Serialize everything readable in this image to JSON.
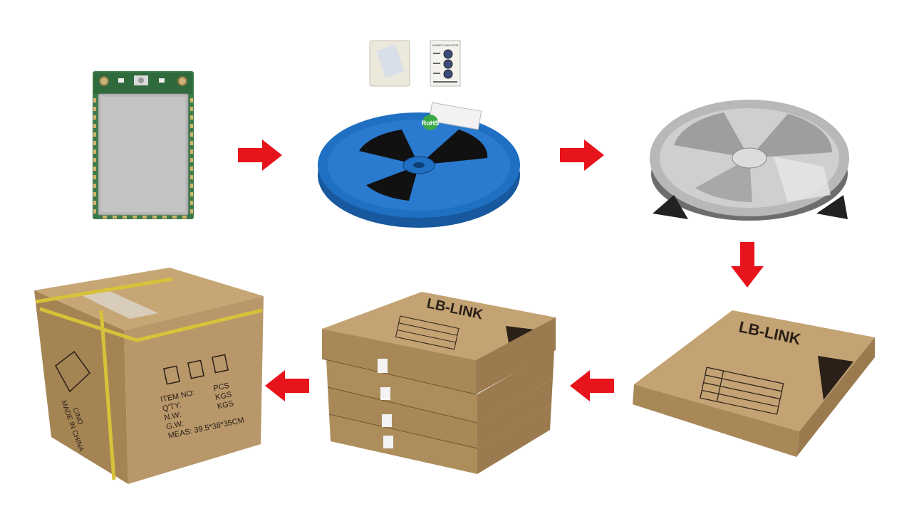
{
  "steps": [
    {
      "id": "module",
      "name": "wifi-module"
    },
    {
      "id": "reel",
      "name": "tape-reel",
      "reel_label": "RoHS",
      "indicator_title": "HUMIDITY INDICATOR"
    },
    {
      "id": "bag",
      "name": "moisture-barrier-bag"
    },
    {
      "id": "box",
      "name": "inner-box",
      "brand": "LB-LINK"
    },
    {
      "id": "stack",
      "name": "stacked-inner-boxes",
      "brand": "LB-LINK"
    },
    {
      "id": "carton",
      "name": "outer-carton",
      "lines": [
        "ITEM NO:",
        "Q'TY:",
        "N.W:",
        "G.W:",
        "MEAS: 39.5*38*35CM"
      ],
      "units": [
        "PCS",
        "KGS",
        "KGS"
      ],
      "side_text": [
        "CINO",
        "MADE IN CHINA"
      ]
    }
  ],
  "colors": {
    "arrow": "#e8141b",
    "reel": "#1f6fc2",
    "cardboard": "#b8976a",
    "ink": "#2a2018"
  },
  "arrows": [
    "right",
    "right",
    "down",
    "left",
    "left"
  ]
}
